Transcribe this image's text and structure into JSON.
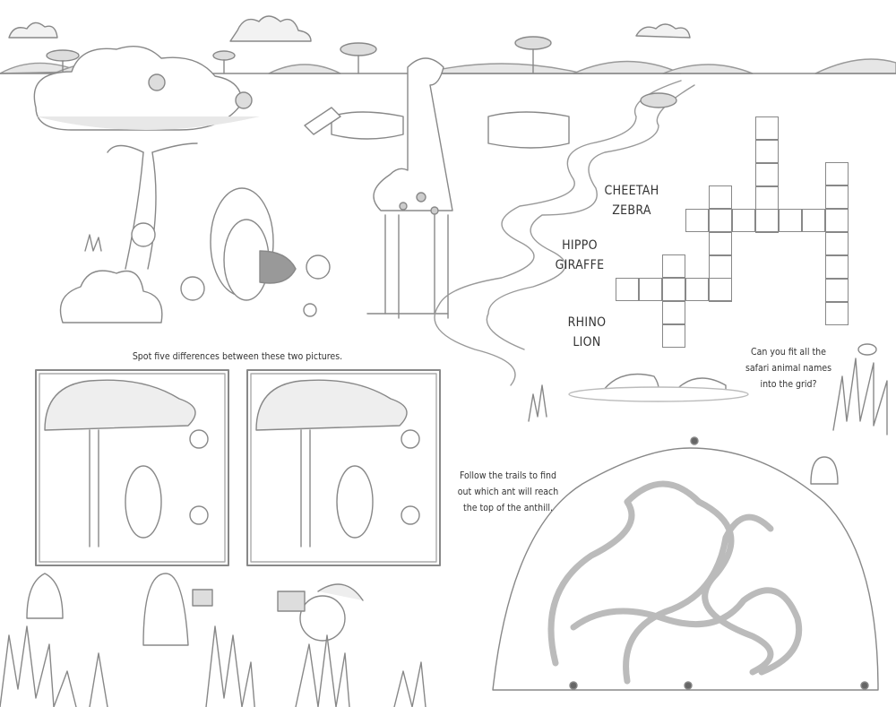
{
  "spot_difference": {
    "instruction": "Spot five differences between these two pictures."
  },
  "crossword": {
    "word_list_1": [
      "CHEETAH",
      "ZEBRA"
    ],
    "word_list_2": [
      "HIPPO",
      "GIRAFFE"
    ],
    "word_list_3": [
      "RHINO",
      "LION"
    ],
    "instruction_lines": [
      "Can you fit all the",
      "safari animal names",
      "into the grid?"
    ]
  },
  "maze": {
    "instruction_lines": [
      "Follow the trails to find",
      "out which ant will reach",
      "the top of the anthill."
    ]
  }
}
